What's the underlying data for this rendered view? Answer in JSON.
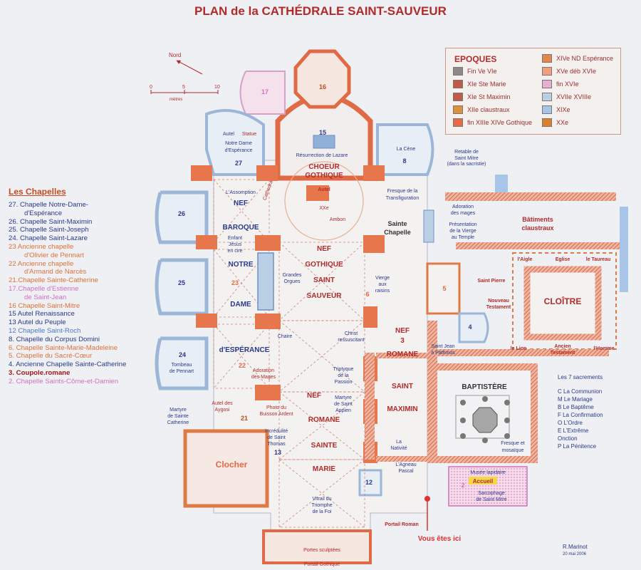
{
  "title": "PLAN de la CATHÉDRALE SAINT-SAUVEUR",
  "north": "Nord",
  "scale": {
    "ticks": [
      "0",
      "5",
      "10"
    ],
    "unit": "mètres"
  },
  "colors": {
    "title": "#b32a2a",
    "blue": "#2a3a8a",
    "orange": "#e07a45",
    "pink": "#d68cc4",
    "lightblue": "#b9cfe6"
  },
  "legend": {
    "heading": "EPOQUES",
    "left": [
      {
        "label": "Fin Ve VIe",
        "color": "#8a8a8a"
      },
      {
        "label": "XIe Ste Marie",
        "color": "#c25a4a"
      },
      {
        "label": "XIe St Maximin",
        "color": "#c25a4a"
      },
      {
        "label": "XIIe claustraux",
        "color": "#e0903a"
      },
      {
        "label": "fin XIIIe XIVe Gothique",
        "color": "#e86a45"
      }
    ],
    "right": [
      {
        "label": "XIVe ND Espérance",
        "color": "#e6854a"
      },
      {
        "label": "XVe déb XVIe",
        "color": "#f0a07a"
      },
      {
        "label": "fin XVIe",
        "color": "#e8b0d0"
      },
      {
        "label": "XVIIe XVIIIe",
        "color": "#b9cfe6"
      },
      {
        "label": "XIXe",
        "color": "#a8c4e6"
      },
      {
        "label": "XXe",
        "color": "#d9802a"
      }
    ]
  },
  "chapels": {
    "heading": "Les Chapelles",
    "items": [
      {
        "text": "27. Chapelle Notre-Dame-",
        "color": "#2a3a8a"
      },
      {
        "text": "d'Espérance",
        "color": "#2a3a8a",
        "indent": true
      },
      {
        "text": "26. Chapelle Saint-Maximin",
        "color": "#2a3a8a"
      },
      {
        "text": "25. Chapelle Saint-Joseph",
        "color": "#2a3a8a"
      },
      {
        "text": "24. Chapelle Saint-Lazare",
        "color": "#2a3a8a"
      },
      {
        "text": "23 Ancienne chapelle",
        "color": "#e0703a"
      },
      {
        "text": "d'Olivier de Pennart",
        "color": "#e0703a",
        "indent": true
      },
      {
        "text": "22 Ancienne chapelle",
        "color": "#e0703a"
      },
      {
        "text": "d'Armand de Narcès",
        "color": "#e0703a",
        "indent": true
      },
      {
        "text": "21.Chapelle Sainte-Catherine",
        "color": "#e0703a"
      },
      {
        "text": "17.Chapelle d'Estienne",
        "color": "#d070c0"
      },
      {
        "text": "de Saint-Jean",
        "color": "#d070c0",
        "indent": true
      },
      {
        "text": "16 Chapelle Saint-Mitre",
        "color": "#e0703a"
      },
      {
        "text": "15 Autel Renaissance",
        "color": "#2a3a8a"
      },
      {
        "text": "13 Autel du Peuple",
        "color": "#2a3a8a"
      },
      {
        "text": "12 Chapelle Saint-Roch",
        "color": "#4a7ac8"
      },
      {
        "text": "8. Chapelle du Corpus Domini",
        "color": "#2a3a8a"
      },
      {
        "text": "6. Chapelle Sainte-Marie-Madeleine",
        "color": "#e0703a"
      },
      {
        "text": "5. Chapelle du Sacré-Cœur",
        "color": "#e0703a"
      },
      {
        "text": "4. Ancienne Chapelle Sainte-Catherine",
        "color": "#2a3a8a"
      },
      {
        "text": "3. Coupole.romane",
        "color": "#a01818",
        "bold": true
      },
      {
        "text": "2. Chapelle Saints-Côme-et-Damien",
        "color": "#d070c0"
      }
    ]
  },
  "plan": {
    "choeur": [
      "CHOEUR",
      "GOTHIQUE"
    ],
    "nef_baroque": [
      "NEF",
      "BAROQUE"
    ],
    "notre_dame": [
      "NOTRE",
      "DAME",
      "d'ESPÉRANCE"
    ],
    "nef_gothique": [
      "NEF",
      "GOTHIQUE",
      "SAINT",
      "SAUVEUR"
    ],
    "nef_romane": [
      "NEF",
      "ROMANE",
      "SAINTE",
      "MARIE"
    ],
    "nef_romane2": [
      "NEF",
      "3",
      "ROMANE"
    ],
    "saint_maximin": [
      "SAINT",
      "MAXIMIN"
    ],
    "sainte_chapelle": [
      "Sainte",
      "Chapelle"
    ],
    "cloitre": "CLOÎTRE",
    "baptistere": "BAPTISTÈRE",
    "clocher": "Clocher",
    "batiments": [
      "Bâtiments",
      "claustraux"
    ],
    "numbers": [
      "16",
      "17",
      "15",
      "27",
      "8",
      "26",
      "25",
      "23",
      "24",
      "22",
      "21",
      "13",
      "12",
      "6",
      "5",
      "4",
      "2"
    ],
    "annotations": {
      "autel": "Autel",
      "statue": "Statue",
      "nd_esperance": [
        "Notre Dame",
        "d'Espérance"
      ],
      "resurrection": "Résurrection de Lazare",
      "la_cene": "La Cène",
      "retable": [
        "Retable de",
        "Saint Mitre"
      ],
      "sacristie": "(dans la sacristie)",
      "assomption": "L'Assomption",
      "fresque_transfig": [
        "Fresque de la",
        "Transfiguration"
      ],
      "adoration": [
        "Adoration",
        "des mages"
      ],
      "presentation": [
        "Présentation",
        "de la Vierge",
        "au Temple"
      ],
      "enfant": [
        "Enfant",
        "Jésus",
        "en cire"
      ],
      "grandes_orgues": [
        "Grandes",
        "Orgues"
      ],
      "vierge_raisins": [
        "Vierge",
        "aux",
        "raisins"
      ],
      "chaire": "Chaire",
      "christ": [
        "Christ",
        "ressuscitant"
      ],
      "tombeau": [
        "Tombeau",
        "de Pennart"
      ],
      "adoration_mages2": [
        "Adoration",
        "des Mages"
      ],
      "triptyque": [
        "Triptyque",
        "de la",
        "Passion"
      ],
      "autel_aygosi": [
        "Autel des",
        "Aygosi"
      ],
      "photo_buisson": [
        "Photo du",
        "Buisson Ardent"
      ],
      "martyre_catherine": [
        "Martyre",
        "de Sainte",
        "Catherine"
      ],
      "incredulite": [
        "Incrédulité",
        "de Saint",
        "Thomas"
      ],
      "martyre_appien": [
        "Martyre",
        "de Saint",
        "Appien"
      ],
      "nativite": [
        "La",
        "Nativité"
      ],
      "agneau": [
        "L'Agneau",
        "Pascal"
      ],
      "saint_jean": [
        "Saint Jean",
        "à Pathmos"
      ],
      "vitrail": [
        "Vitrail du",
        "Triomphe",
        "de la Foi"
      ],
      "portes": "Portes sculptées",
      "portail_gothique": "Portail Gothique",
      "portail_roman": "Portail Roman",
      "vous_etes_ici": "Vous êtes ici",
      "musee": "Musée lapidaire",
      "accueil": "Accueil",
      "sarcophage": [
        "Sarcophage",
        "de Saint Mitre"
      ],
      "fresque_mosaique": [
        "Fresque et",
        "mosaïque"
      ],
      "aigle": "l'Aigle",
      "eglise": "Eglise",
      "taureau": "le Taureau",
      "saint_pierre": "Saint Pierre",
      "nouveau_testament": [
        "Nouveau",
        "Testament"
      ],
      "lion": "le Lion",
      "ancien_testament": [
        "Ancien",
        "Testament"
      ],
      "homme": "l'Homme",
      "ambon": "Ambon",
      "cathedra": "Cathedra",
      "autel_xxe": "XXe"
    },
    "sacrements": {
      "heading": "Les 7 sacrements",
      "items": [
        "C  La Communion",
        "M  Le Mariage",
        "B  Le Baptême",
        "F  La Confirmation",
        "O  L'Ordre",
        "E  L'Extrême",
        "    Onction",
        "P  La Pénitence"
      ]
    },
    "credit": [
      "R.Marinot",
      "20 mai 2006"
    ]
  }
}
